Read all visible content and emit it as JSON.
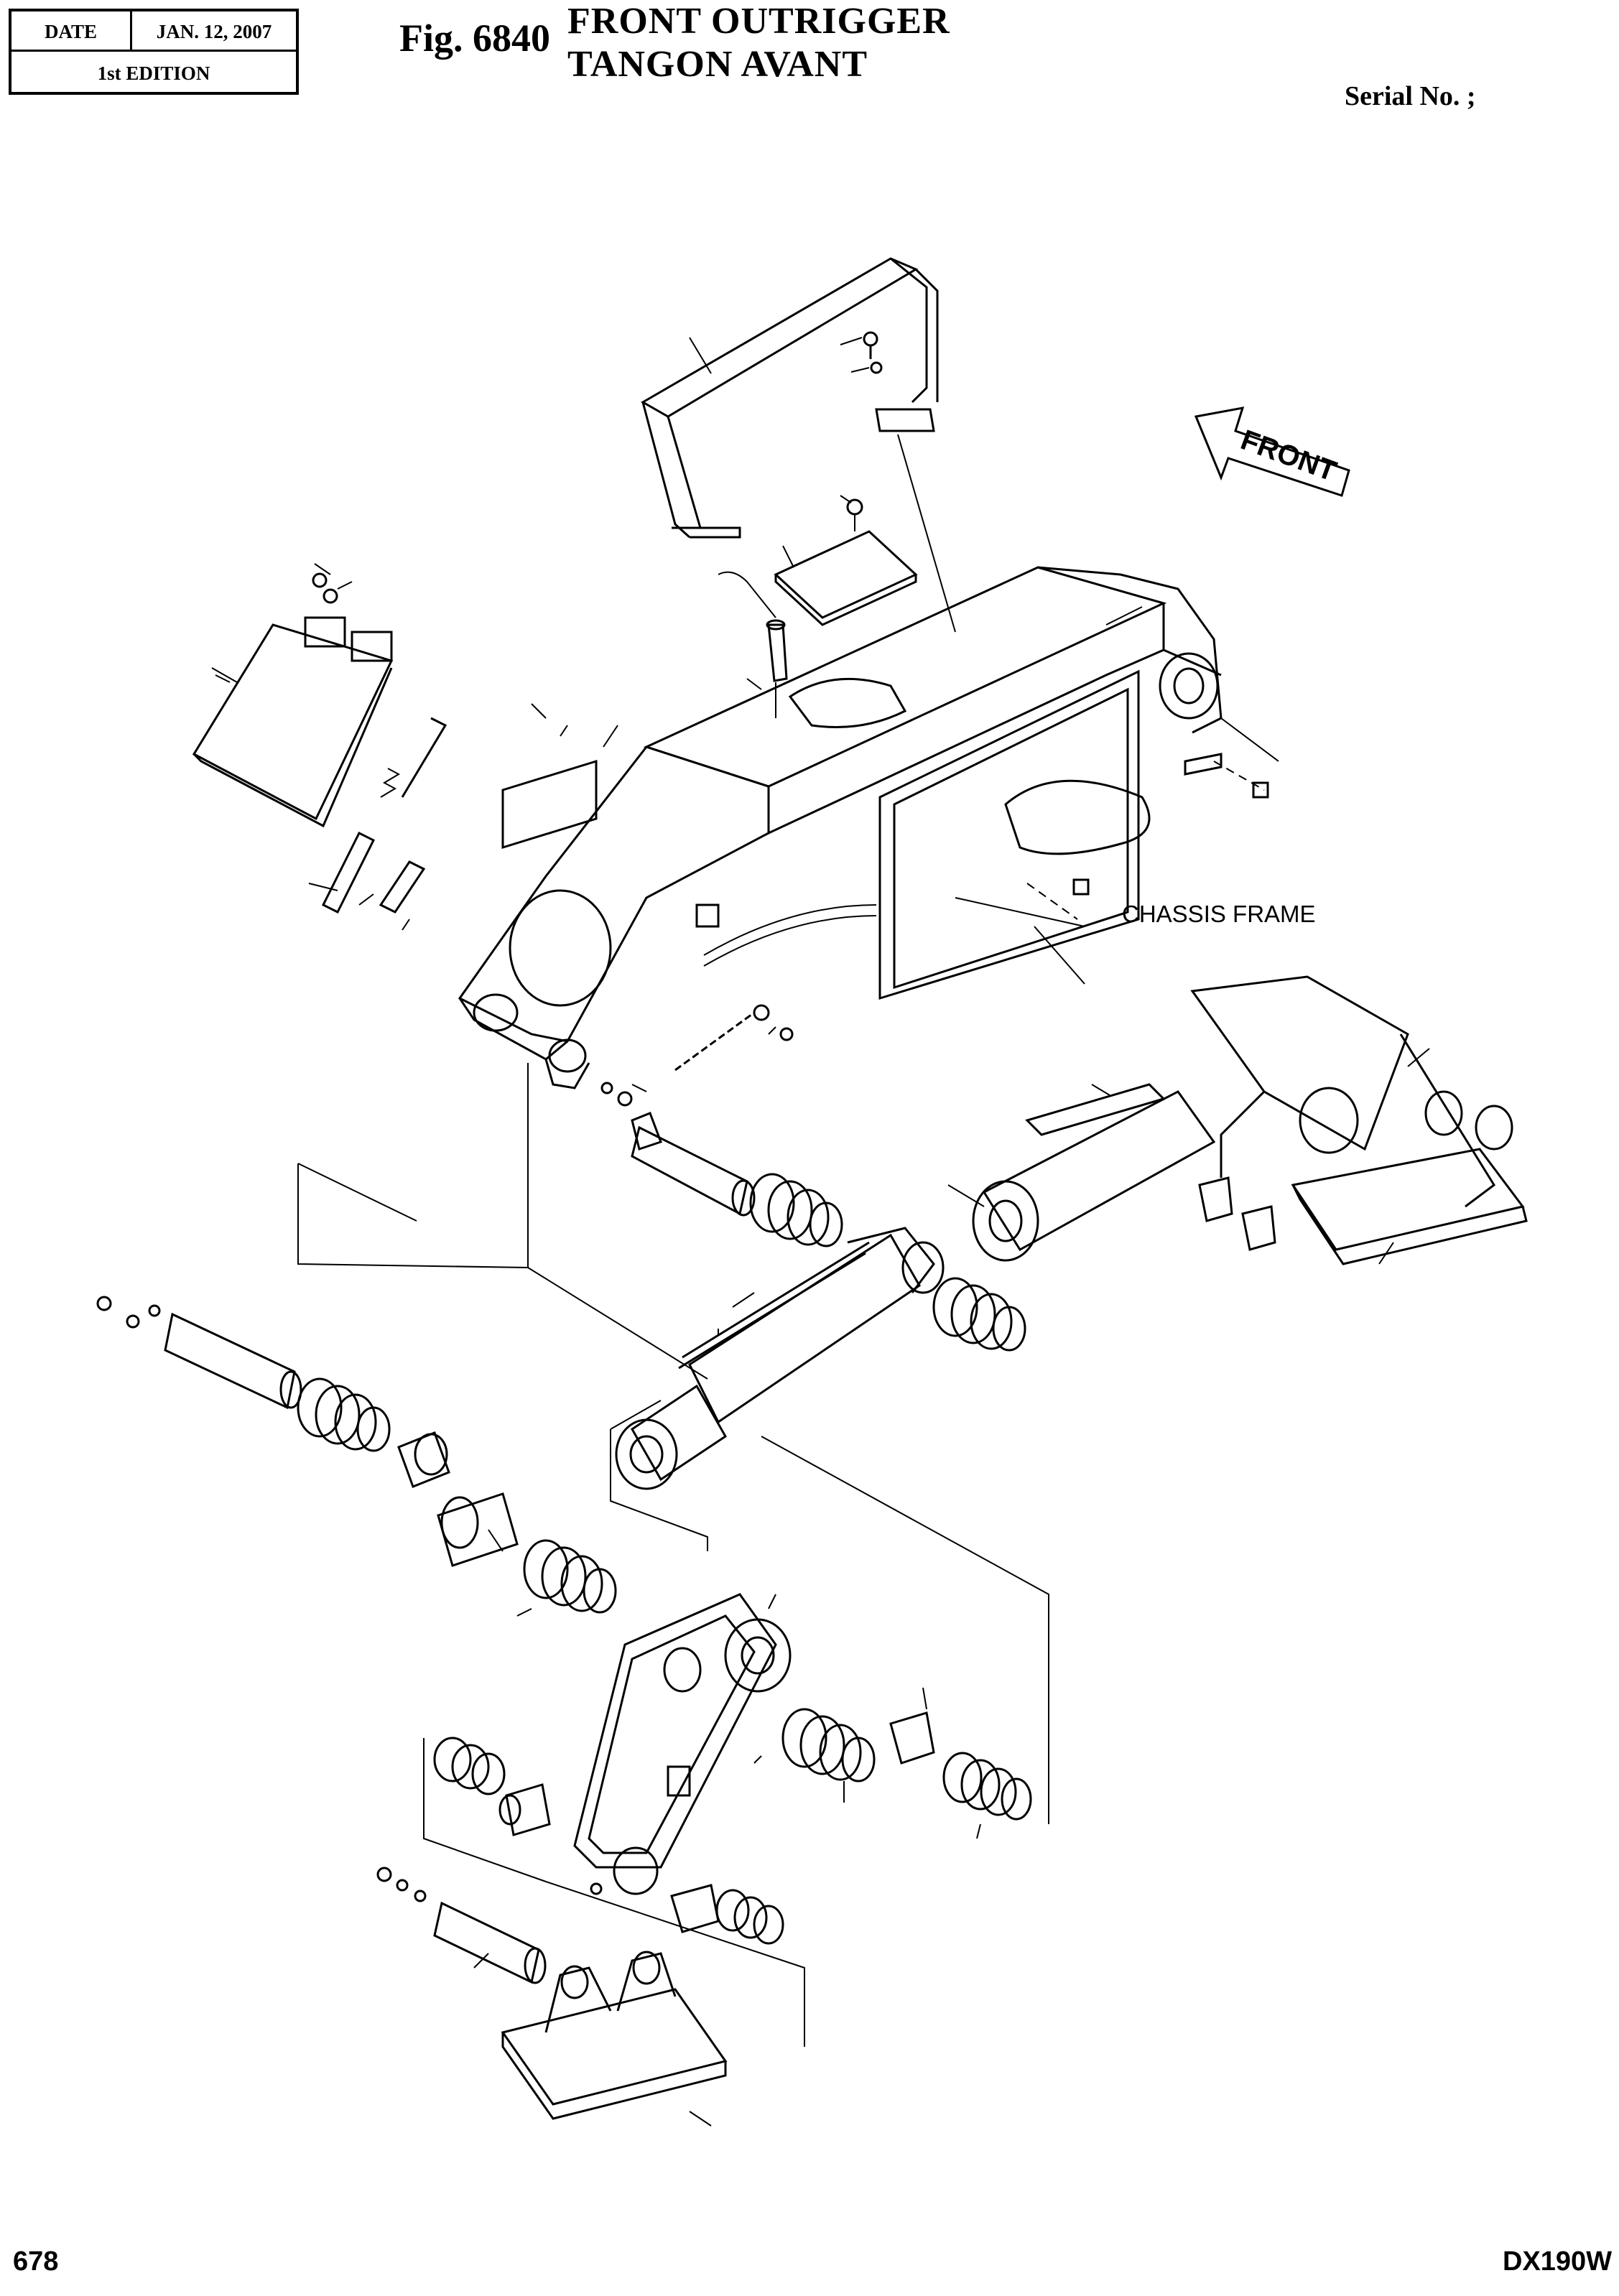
{
  "header": {
    "date_label": "DATE",
    "date_value": "JAN. 12, 2007",
    "edition": "1st EDITION",
    "fig_number": "Fig. 6840",
    "title_en": "FRONT  OUTRIGGER",
    "title_fr": "TANGON  AVANT",
    "serial": "Serial No. ;"
  },
  "diagram": {
    "front_arrow_label": "FRONT",
    "chassis_label": "CHASSIS FRAME"
  },
  "footer": {
    "page_number": "678",
    "model": "DX190W"
  }
}
